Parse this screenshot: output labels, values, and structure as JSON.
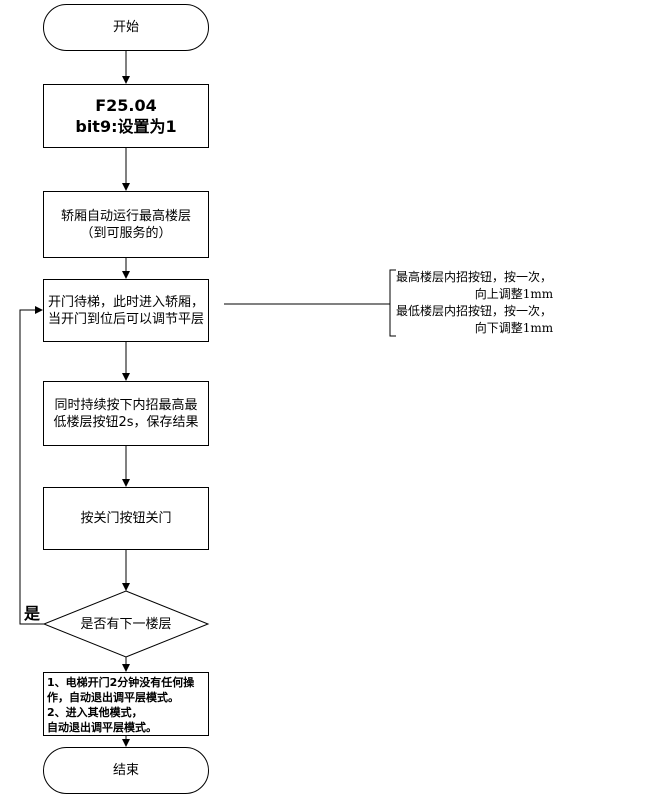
{
  "flowchart": {
    "start": "开始",
    "param_code": "F25.04",
    "param_setting": "bit9:设置为1",
    "step_run_top": "轿厢自动运行最高楼层（到可服务的）",
    "step_wait": "开门待梯，此时进入轿厢，\n当开门到位后可以调节平层",
    "step_hold": "同时持续按下内招最高最低楼层按钮2s，保存结果",
    "step_close": "按关门按钮关门",
    "decision": "是否有下一楼层",
    "yes_label": "是",
    "exit_note": "1、电梯开门2分钟没有任何操作，自动退出调平层模式。\n2、进入其他模式，\n自动退出调平层模式。",
    "end": "结束"
  },
  "annotation": {
    "line1": "最高楼层内招按钮，按一次，",
    "line2": "向上调整1mm",
    "line3": "最低楼层内招按钮，按一次，",
    "line4": "向下调整1mm"
  }
}
